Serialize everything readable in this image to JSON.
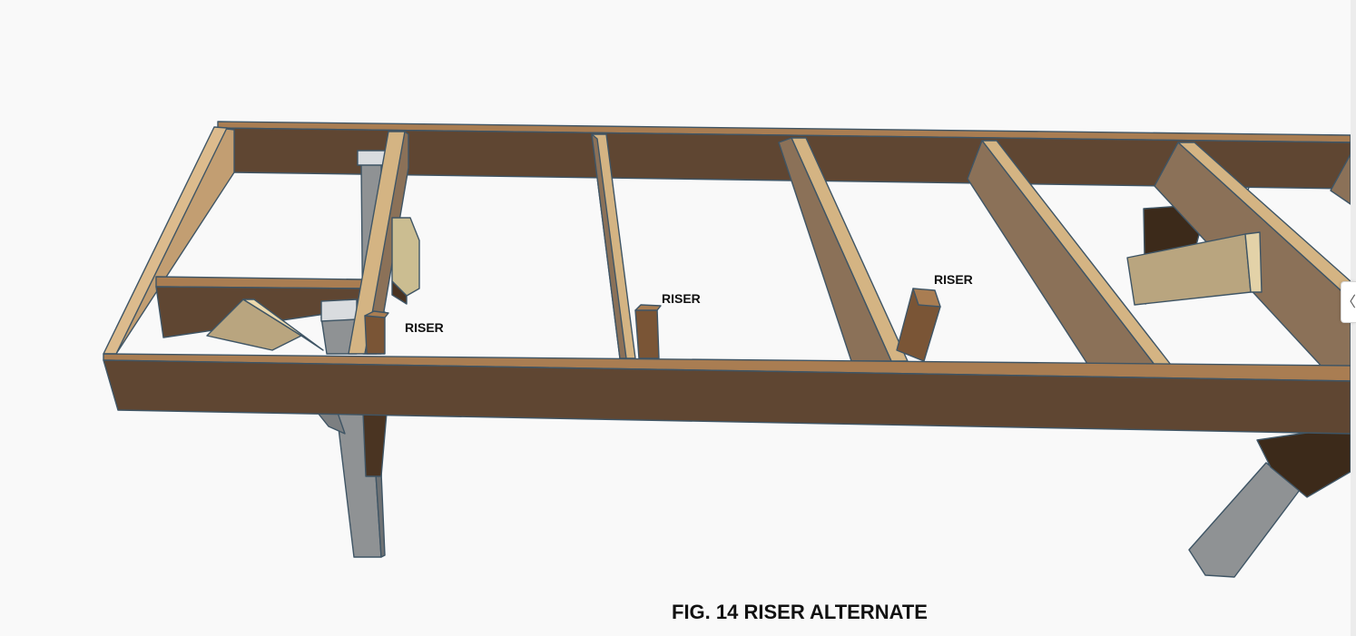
{
  "figure": {
    "caption": "FIG. 14 RISER ALTERNATE",
    "labels": {
      "riser_1": "RISER",
      "riser_2": "RISER",
      "riser_3": "RISER"
    }
  },
  "panel_toggle": {
    "icon": "chevron-left-icon",
    "glyph": "〈"
  },
  "colors": {
    "background": "#f9f9f9",
    "wood_dark": "#5f4632",
    "wood_mid": "#8b7158",
    "wood_light": "#d4b483",
    "wood_top": "#a97d52",
    "steel": "#8f9294",
    "steel_light": "#d9dcdf",
    "block_tan": "#cbbd91",
    "outline": "#3f5565"
  }
}
